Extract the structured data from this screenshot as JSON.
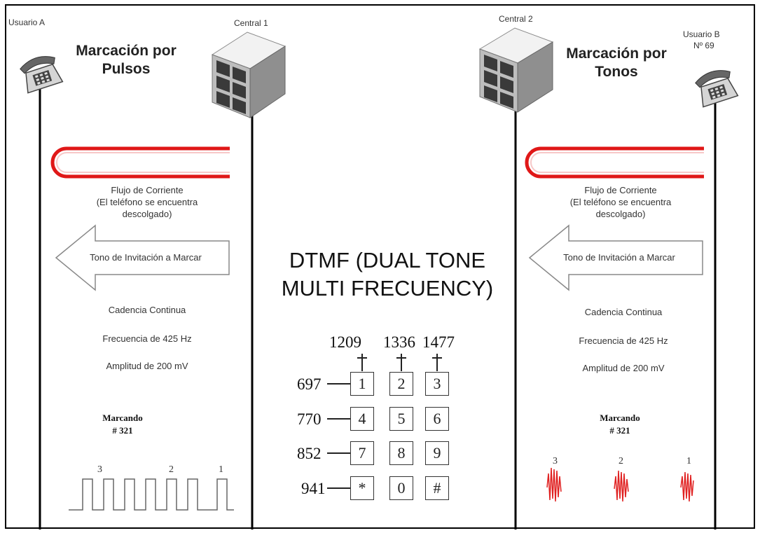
{
  "labels": {
    "usuario_a": "Usuario A",
    "central_1": "Central 1",
    "central_2": "Central 2",
    "usuario_b": "Usuario B",
    "usuario_b_num": "Nº 69"
  },
  "left_panel": {
    "title_line1": "Marcación por",
    "title_line2": "Pulsos",
    "flujo_line1": "Flujo de Corriente",
    "flujo_line2": "(El teléfono se encuentra",
    "flujo_line3": "descolgado)",
    "tono": "Tono de Invitación a Marcar",
    "cadencia": "Cadencia Continua",
    "frecuencia": "Frecuencia de 425 Hz",
    "amplitud": "Amplitud de 200 mV",
    "marcando": "Marcando",
    "numero": "# 321",
    "digit_3": "3",
    "digit_2": "2",
    "digit_1": "1"
  },
  "right_panel": {
    "title_line1": "Marcación por",
    "title_line2": "Tonos",
    "flujo_line1": "Flujo de Corriente",
    "flujo_line2": "(El teléfono se encuentra",
    "flujo_line3": "descolgado)",
    "tono": "Tono de Invitación a Marcar",
    "cadencia": "Cadencia Continua",
    "frecuencia": "Frecuencia de 425 Hz",
    "amplitud": "Amplitud de 200 mV",
    "marcando": "Marcando",
    "numero": "# 321",
    "digit_3": "3",
    "digit_2": "2",
    "digit_1": "1"
  },
  "dtmf": {
    "title_line1": "DTMF (DUAL TONE",
    "title_line2": "MULTI FRECUENCY)",
    "col_freqs": [
      "1209",
      "1336",
      "1477"
    ],
    "row_freqs": [
      "697",
      "770",
      "852",
      "941"
    ],
    "keys": [
      [
        "1",
        "2",
        "3"
      ],
      [
        "4",
        "5",
        "6"
      ],
      [
        "7",
        "8",
        "9"
      ],
      [
        "*",
        "0",
        "#"
      ]
    ]
  },
  "colors": {
    "current_loop": "#e01818",
    "tone_burst": "#e02020",
    "line": "#000000",
    "server": "#9a9a9a"
  }
}
